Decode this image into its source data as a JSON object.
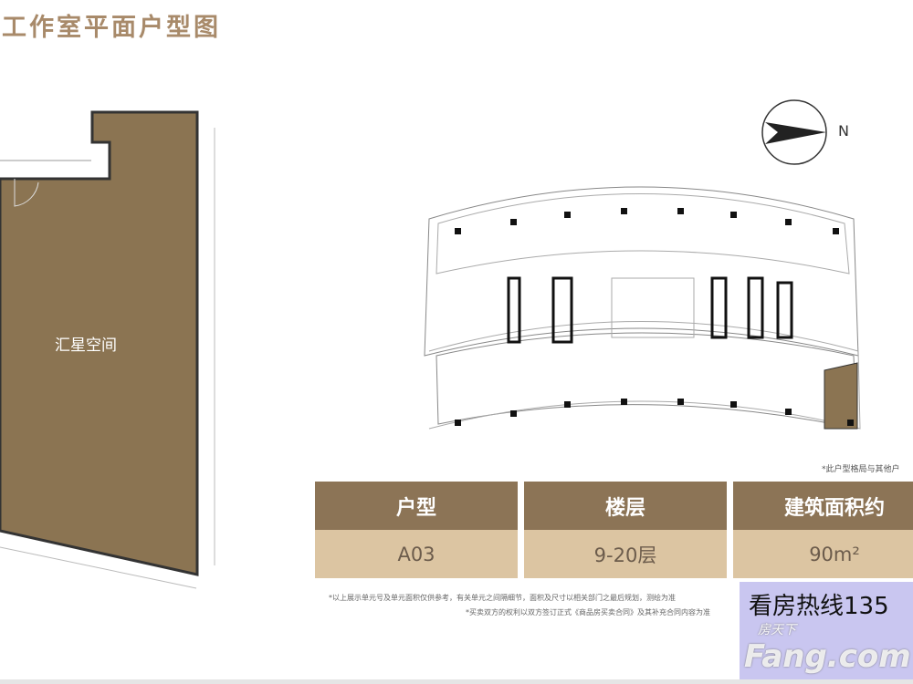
{
  "title": "工作室平面户型图",
  "room_label": "汇星空间",
  "compass": {
    "label": "N",
    "icon": "north-arrow-icon"
  },
  "note_top": "*此户型格局与其他户",
  "table": {
    "headers": [
      "户型",
      "楼层",
      "建筑面积约"
    ],
    "values": [
      "A03",
      "9-20层",
      "90m²"
    ]
  },
  "disclaimer": [
    "*以上展示单元号及单元面积仅供参考，有关单元之间隔细节，面积及尺寸以相关部门之最后规划，测绘为准",
    "*买卖双方的权利以双方签订正式《商品房买卖合同》及其补充合同内容为准"
  ],
  "hotline": "看房热线135",
  "watermark": {
    "brand": "Fang.com",
    "sub": "房天下"
  },
  "colors": {
    "unit_fill": "#8b7452",
    "header": "#8c7456",
    "cell": "#dcc5a2",
    "title": "#a88a6a"
  }
}
